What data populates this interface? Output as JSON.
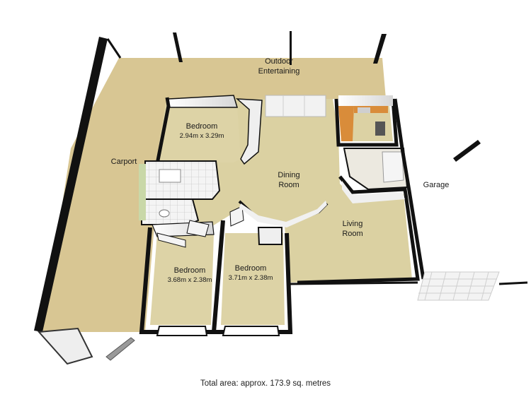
{
  "rooms": {
    "outdoor_line1": "Outdoor",
    "outdoor_line2": "Entertaining",
    "carport": "Carport",
    "garage": "Garage",
    "dining_line1": "Dining",
    "dining_line2": "Room",
    "living_line1": "Living",
    "living_line2": "Room",
    "bedroom_top": {
      "name": "Bedroom",
      "size": "2.94m x 3.29m"
    },
    "bedroom_left": {
      "name": "Bedroom",
      "size": "3.68m x 2.38m"
    },
    "bedroom_right": {
      "name": "Bedroom",
      "size": "3.71m x 2.38m"
    }
  },
  "footer": {
    "total_area": "Total area: approx. 173.9 sq. metres"
  },
  "colors": {
    "floor_outdoor": "#d9c796",
    "floor_indoor": "#dcd2a4",
    "floor_bedroom": "#ddd3a6",
    "wall_black": "#111111",
    "wall_white": "#f3f3f3",
    "bathroom_tile": "#e8e8e8",
    "kitchen_bench": "#d98c3a",
    "paving": "#f0f0f0"
  }
}
